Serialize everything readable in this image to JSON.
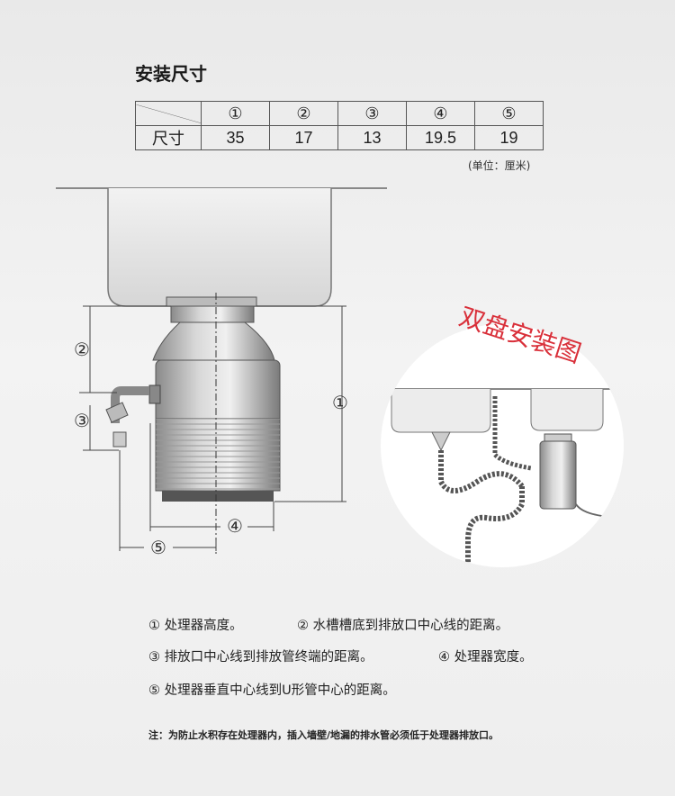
{
  "title": "安装尺寸",
  "table": {
    "headers": [
      "①",
      "②",
      "③",
      "④",
      "⑤"
    ],
    "row_label": "尺寸",
    "values": [
      "35",
      "17",
      "13",
      "19.5",
      "19"
    ]
  },
  "unit": "(单位：厘米)",
  "diagram": {
    "markers": [
      "①",
      "②",
      "③",
      "④",
      "⑤"
    ],
    "inset_title": "双盘安装图"
  },
  "notes": [
    "① 处理器高度。",
    "② 水槽槽底到排放口中心线的距离。",
    "③ 排放口中心线到排放管终端的距离。",
    "④ 处理器宽度。",
    "⑤ 处理器垂直中心线到U形管中心的距离。"
  ],
  "footnote": "注：为防止水积存在处理器内，插入墙壁/地漏的排水管必须低于处理器排放口。"
}
